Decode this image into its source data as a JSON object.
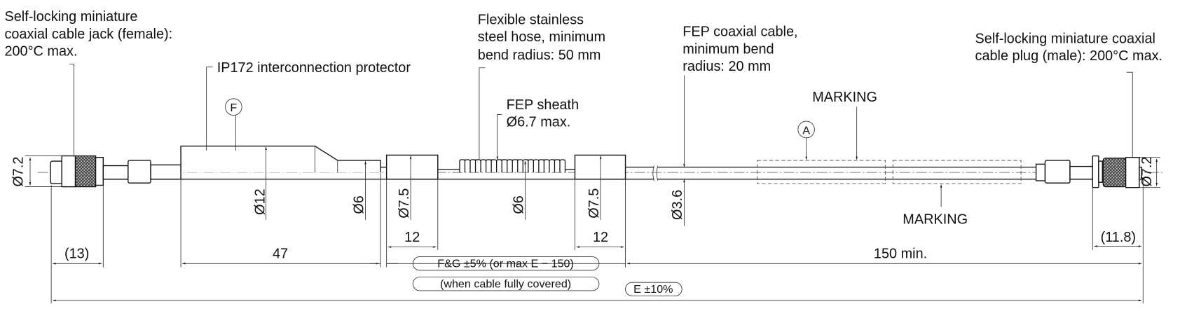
{
  "callouts": {
    "jack": [
      "Self-locking miniature",
      "coaxial cable jack (female):",
      "200°C max."
    ],
    "protector": "IP172 interconnection protector",
    "hose": [
      "Flexible stainless",
      "steel hose, minimum",
      "bend radius: 50 mm"
    ],
    "sheath": [
      "FEP sheath",
      "Ø6.7 max."
    ],
    "cable": [
      "FEP coaxial cable,",
      "minimum bend",
      "radius: 20 mm"
    ],
    "plug": [
      "Self-locking miniature coaxial",
      "cable plug (male): 200°C max."
    ],
    "marking_top": "MARKING",
    "marking_bottom": "MARKING",
    "ref_f": "F",
    "ref_a": "A"
  },
  "dimensions": {
    "jack_dia": "Ø7.2",
    "plug_dia": "Ø7.2",
    "protector_dia": "Ø12",
    "protector_end_dia": "Ø6",
    "tube1_dia": "Ø7.5",
    "hose_dia": "Ø6",
    "tube2_dia": "Ø7.5",
    "cable_dia": "Ø3.6",
    "jack_len": "(13)",
    "protector_len": "47",
    "tube1_len": "12",
    "tube2_len": "12",
    "plug_len": "(11.8)",
    "fg_tol": "F&G ±5% (or max E − 150)",
    "fg_note": "(when cable fully covered)",
    "cable_min": "150 min.",
    "total": "E ±10%"
  }
}
